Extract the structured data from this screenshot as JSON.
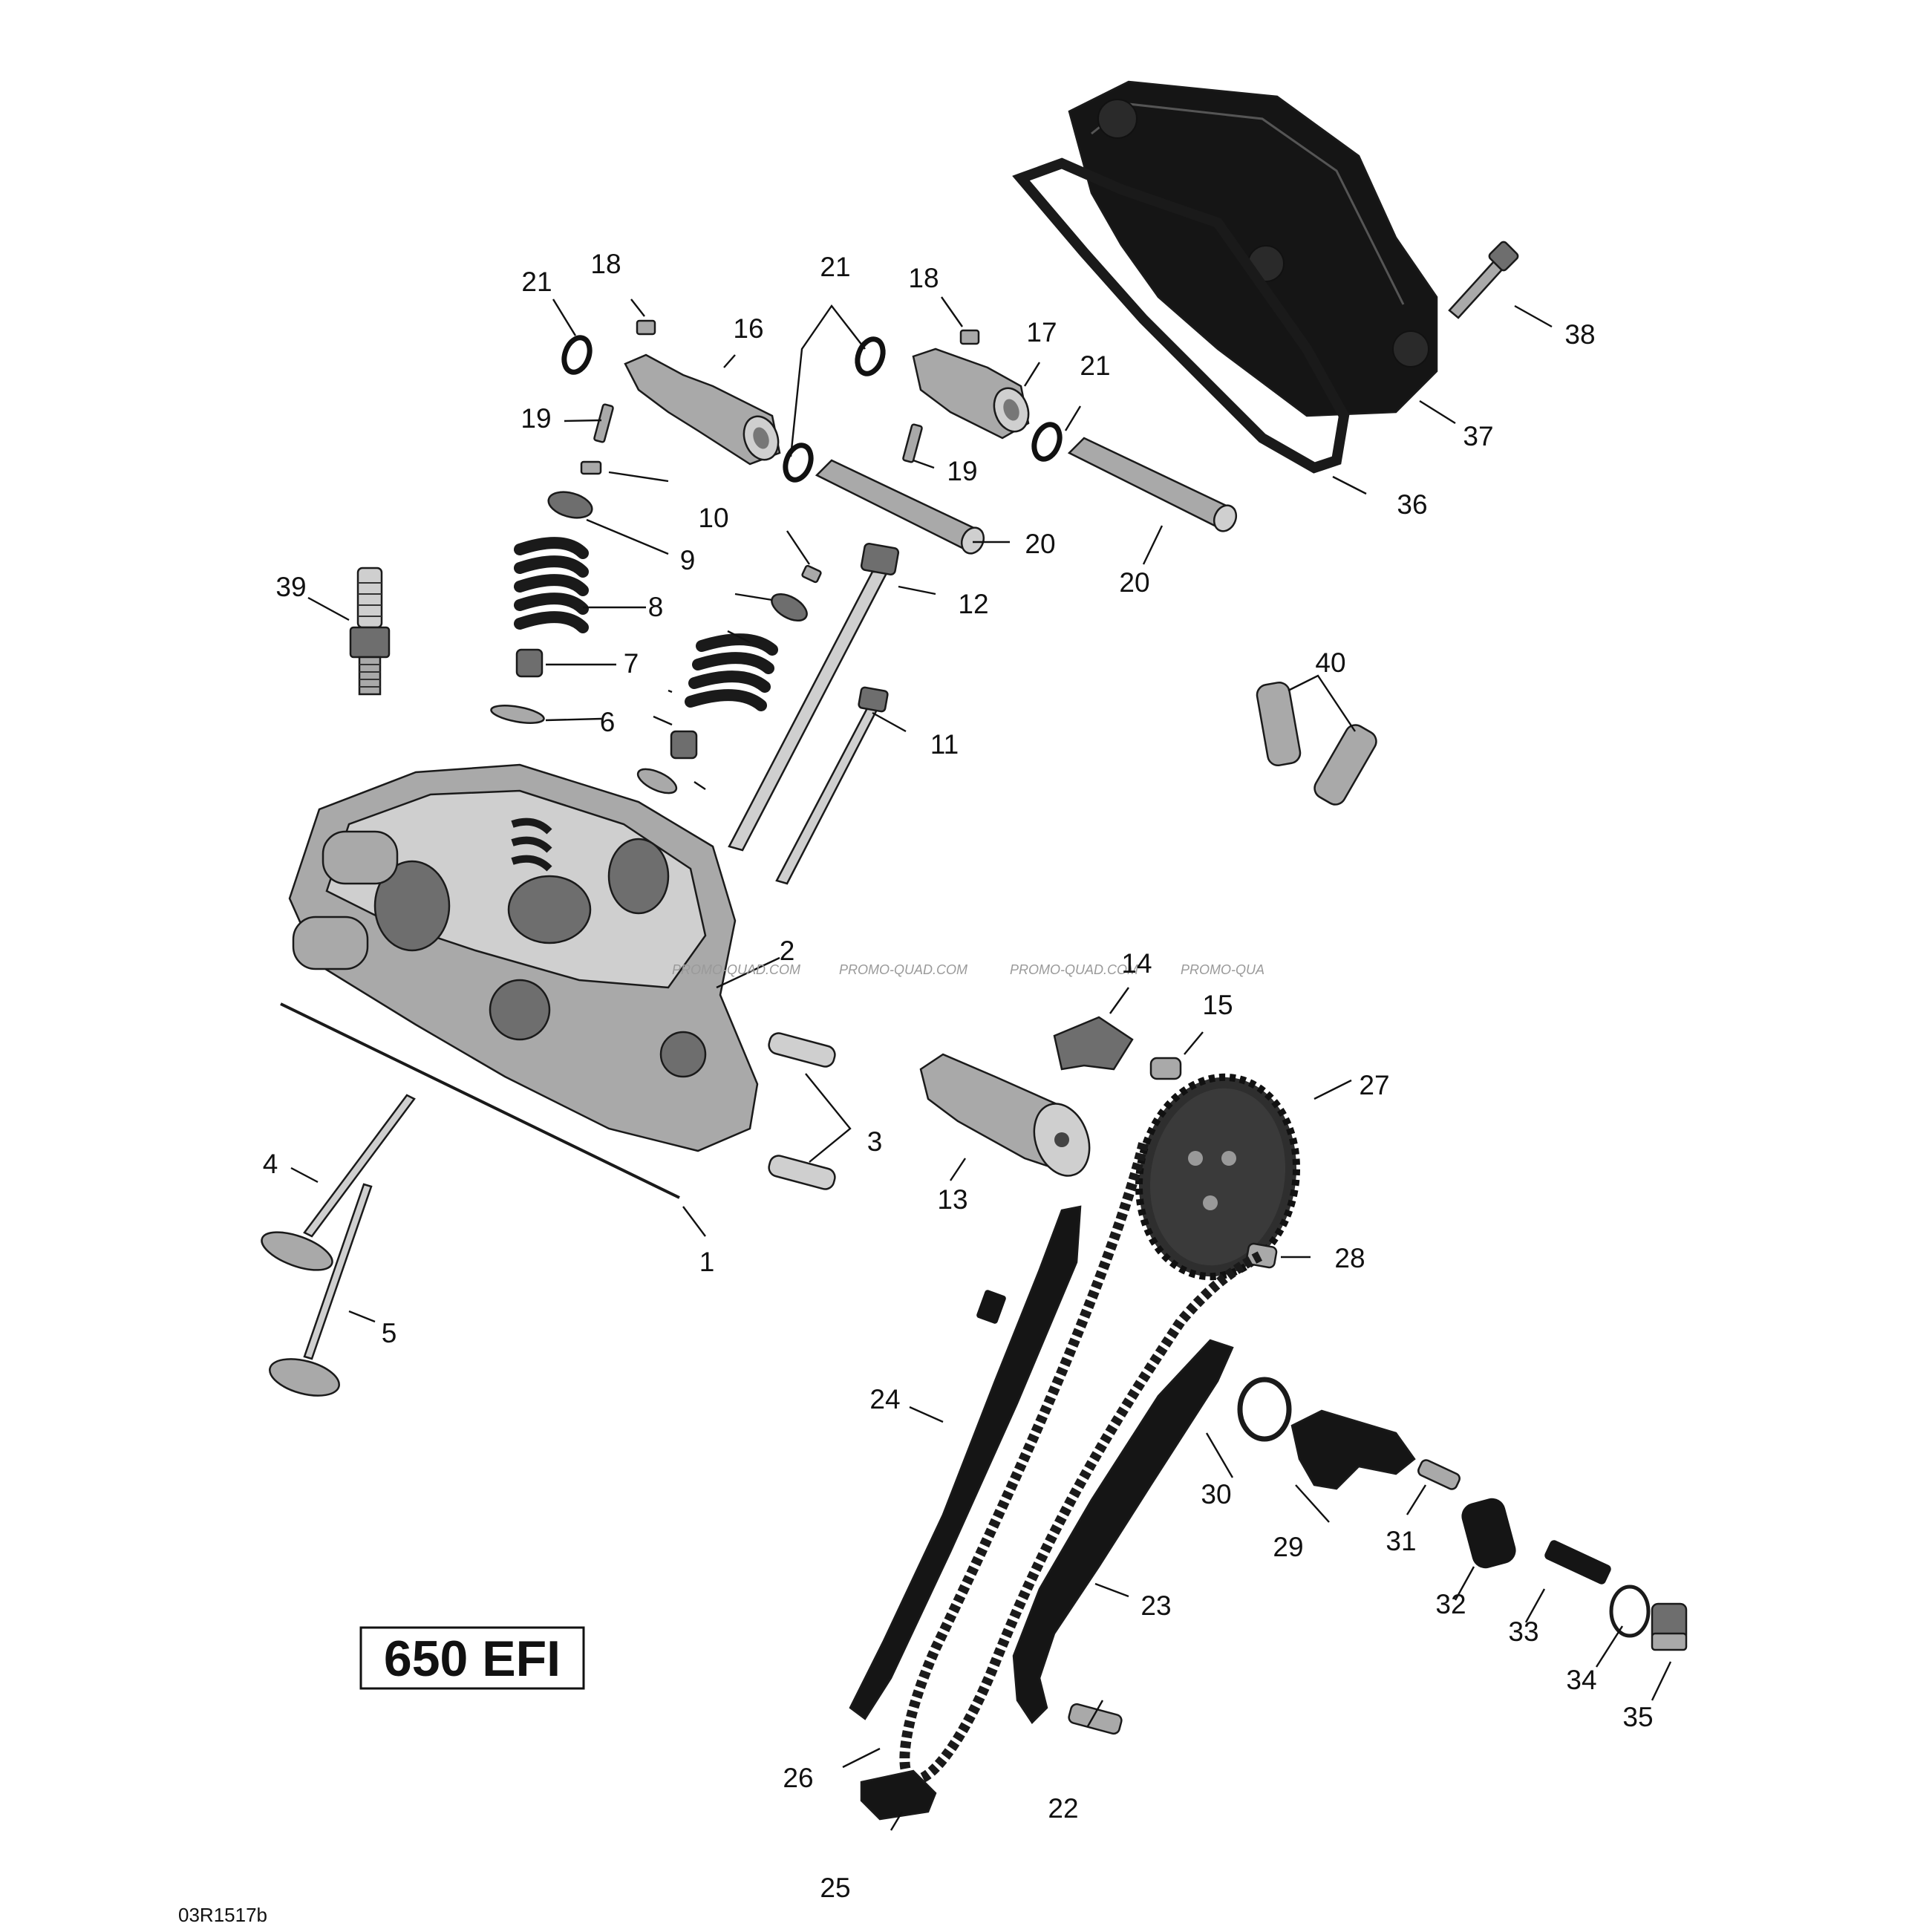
{
  "title": "650 EFI",
  "reference": "03R1517b",
  "watermark": [
    "PROMO-QUAD.COM",
    "PROMO-QUAD.COM",
    "PROMO-QUAD.COM",
    "PROMO-QUA"
  ],
  "callouts": [
    {
      "id": "c1",
      "text": "1"
    },
    {
      "id": "c2",
      "text": "2"
    },
    {
      "id": "c3",
      "text": "3"
    },
    {
      "id": "c4",
      "text": "4"
    },
    {
      "id": "c5",
      "text": "5"
    },
    {
      "id": "c6",
      "text": "6"
    },
    {
      "id": "c7",
      "text": "7"
    },
    {
      "id": "c8",
      "text": "8"
    },
    {
      "id": "c9",
      "text": "9"
    },
    {
      "id": "c10",
      "text": "10"
    },
    {
      "id": "c11",
      "text": "11"
    },
    {
      "id": "c12",
      "text": "12"
    },
    {
      "id": "c13",
      "text": "13"
    },
    {
      "id": "c14",
      "text": "14"
    },
    {
      "id": "c15",
      "text": "15"
    },
    {
      "id": "c16",
      "text": "16"
    },
    {
      "id": "c17",
      "text": "17"
    },
    {
      "id": "c18a",
      "text": "18"
    },
    {
      "id": "c18b",
      "text": "18"
    },
    {
      "id": "c19a",
      "text": "19"
    },
    {
      "id": "c19b",
      "text": "19"
    },
    {
      "id": "c20a",
      "text": "20"
    },
    {
      "id": "c20b",
      "text": "20"
    },
    {
      "id": "c21a",
      "text": "21"
    },
    {
      "id": "c21b",
      "text": "21"
    },
    {
      "id": "c21c",
      "text": "21"
    },
    {
      "id": "c22",
      "text": "22"
    },
    {
      "id": "c23",
      "text": "23"
    },
    {
      "id": "c24",
      "text": "24"
    },
    {
      "id": "c25",
      "text": "25"
    },
    {
      "id": "c26",
      "text": "26"
    },
    {
      "id": "c27",
      "text": "27"
    },
    {
      "id": "c28",
      "text": "28"
    },
    {
      "id": "c29",
      "text": "29"
    },
    {
      "id": "c30",
      "text": "30"
    },
    {
      "id": "c31",
      "text": "31"
    },
    {
      "id": "c32",
      "text": "32"
    },
    {
      "id": "c33",
      "text": "33"
    },
    {
      "id": "c34",
      "text": "34"
    },
    {
      "id": "c35",
      "text": "35"
    },
    {
      "id": "c36",
      "text": "36"
    },
    {
      "id": "c37",
      "text": "37"
    },
    {
      "id": "c38",
      "text": "38"
    },
    {
      "id": "c39",
      "text": "39"
    },
    {
      "id": "c40",
      "text": "40"
    }
  ]
}
